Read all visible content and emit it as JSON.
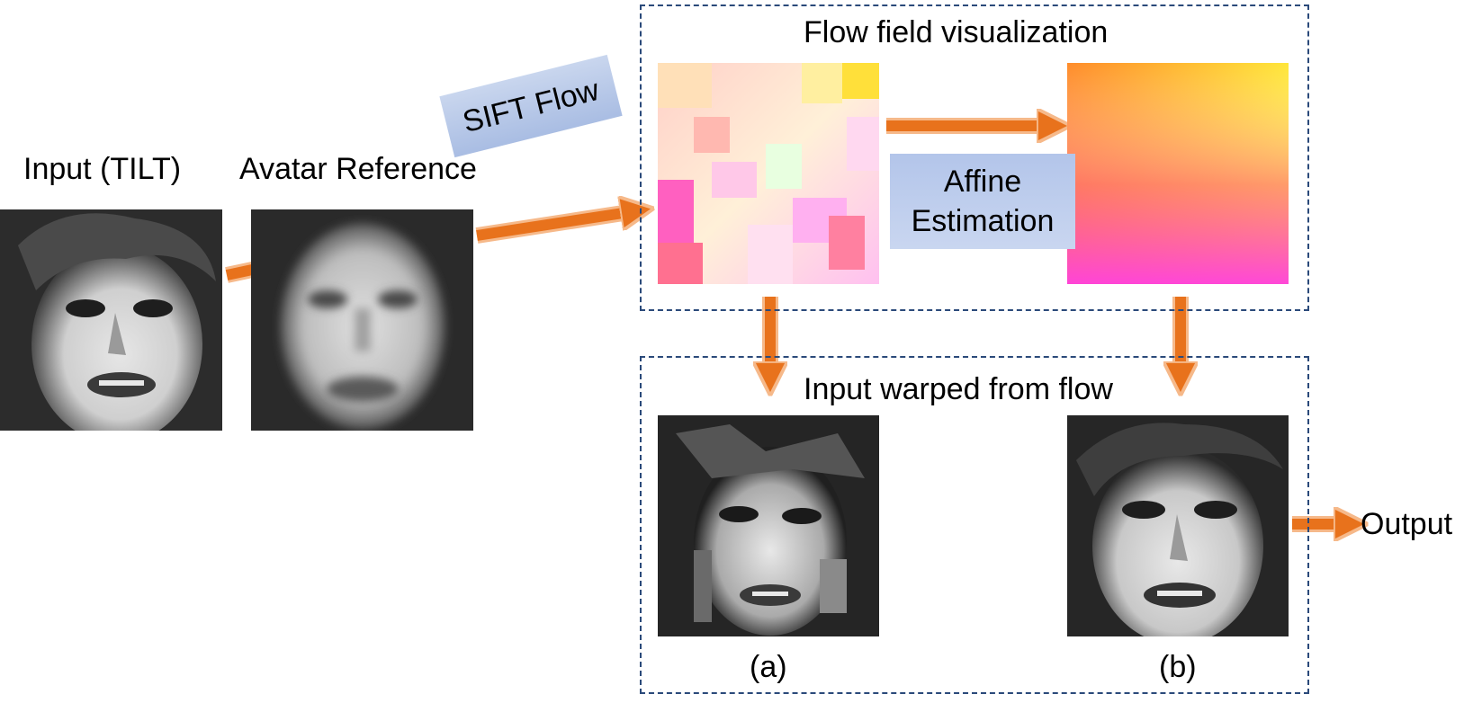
{
  "labels": {
    "input": "Input (TILT)",
    "avatar": "Avatar Reference",
    "sift_flow": "SIFT Flow",
    "flow_field_title": "Flow field visualization",
    "affine_line1": "Affine",
    "affine_line2": "Estimation",
    "warped_title": "Input warped from flow",
    "caption_a": "(a)",
    "caption_b": "(b)",
    "output": "Output"
  },
  "colors": {
    "arrow": "#e8721c",
    "arrow_glow": "#f6b98a",
    "dash_border": "#2b4a7a",
    "tag_fill": "#b3c5ea"
  }
}
